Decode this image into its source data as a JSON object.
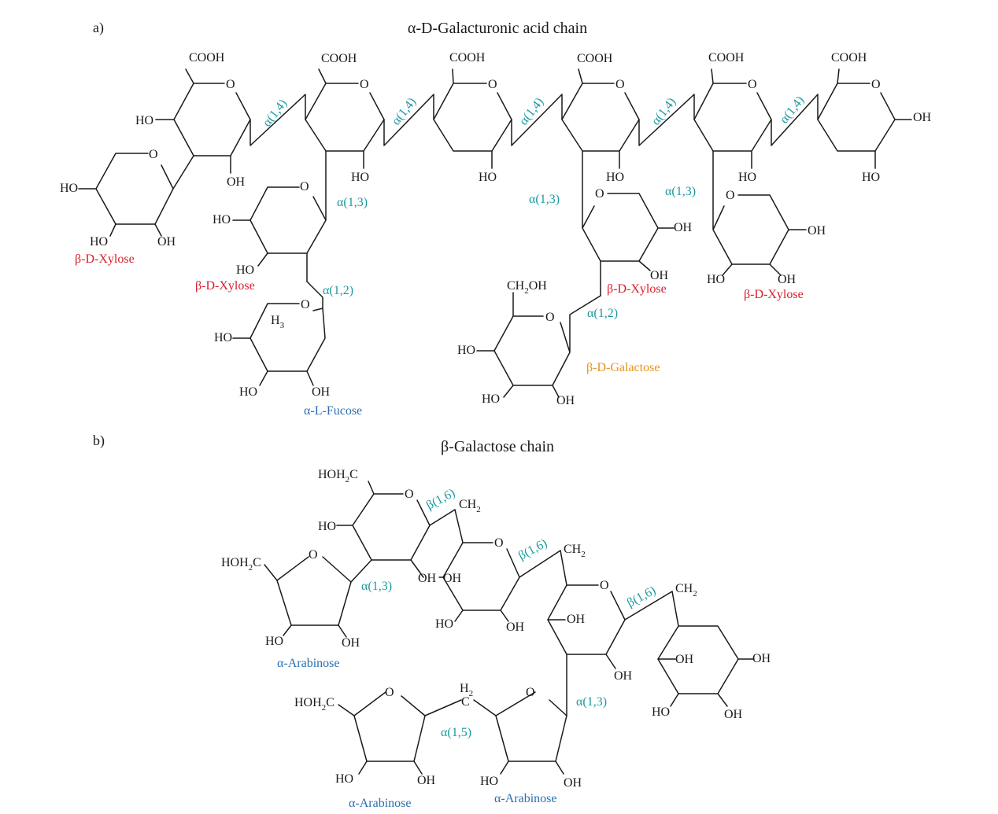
{
  "colors": {
    "text": "#1a1a1a",
    "linkage": "#1b9aa0",
    "xylose": "#d7202c",
    "galactose": "#e8931e",
    "fucose_arabinose": "#2a6fb0"
  },
  "panel_a": {
    "label": "a)",
    "title": "α-D-Galacturonic acid chain",
    "carboxyl": "COOH",
    "hydroxyl_right": "OH",
    "hydroxyl_left": "HO",
    "ring_oxygen": "O",
    "hydroxymethyl": "CH",
    "hydroxymethyl_sub": "2",
    "hydroxymethyl_tail": "OH",
    "methyl": "H",
    "methyl_sub": "3",
    "linkage_backbone": "α(1,4)",
    "linkage_13": "α(1,3)",
    "linkage_12": "α(1,2)",
    "name_xylose": "β-D-Xylose",
    "name_fucose": "α-L-Fucose",
    "name_galactose": "β-D-Galactose"
  },
  "panel_b": {
    "label": "b)",
    "title": "β-Galactose chain",
    "ring_oxygen": "O",
    "hydroxyl_right": "OH",
    "hydroxyl_left": "HO",
    "hoh2c": "HOH",
    "hoh2c_sub": "2",
    "hoh2c_tail": "C",
    "methylene": "CH",
    "methylene_sub": "2",
    "h2": "H",
    "h2_sub": "2",
    "bridge_c": "C",
    "linkage_16": "β(1,6)",
    "linkage_13": "α(1,3)",
    "linkage_15": "α(1,5)",
    "name_arabinose": "α-Arabinose"
  }
}
